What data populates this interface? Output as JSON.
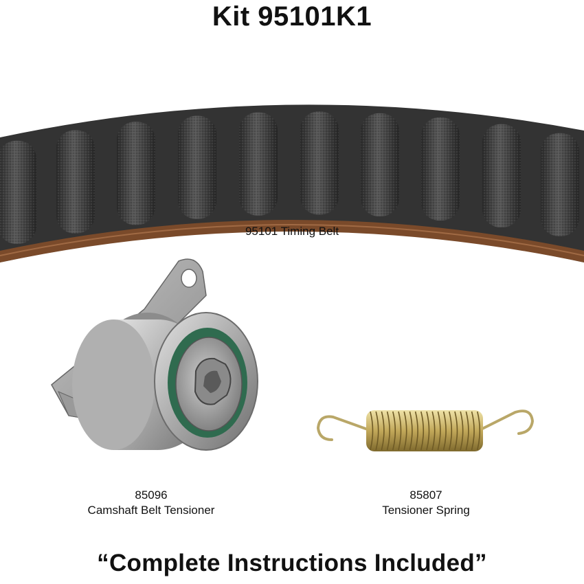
{
  "kit_title": "Kit 95101K1",
  "parts": [
    {
      "number": "95101",
      "name": "Timing Belt",
      "icon": "timing-belt-image"
    },
    {
      "number": "85096",
      "name": "Camshaft Belt Tensioner",
      "icon": "tensioner-pulley-image"
    },
    {
      "number": "85807",
      "name": "Tensioner Spring",
      "icon": "extension-spring-image"
    }
  ],
  "belt_label": "95101 Timing Belt",
  "footer": "“Complete Instructions Included”",
  "colors": {
    "belt_dark": "#2b2b2b",
    "belt_tooth": "#4a4a4a",
    "belt_backing": "#7a4a2a",
    "tensioner_metal": "#b8b8b8",
    "tensioner_seal": "#2f6b4f",
    "spring_brass": "#c9b46a"
  }
}
